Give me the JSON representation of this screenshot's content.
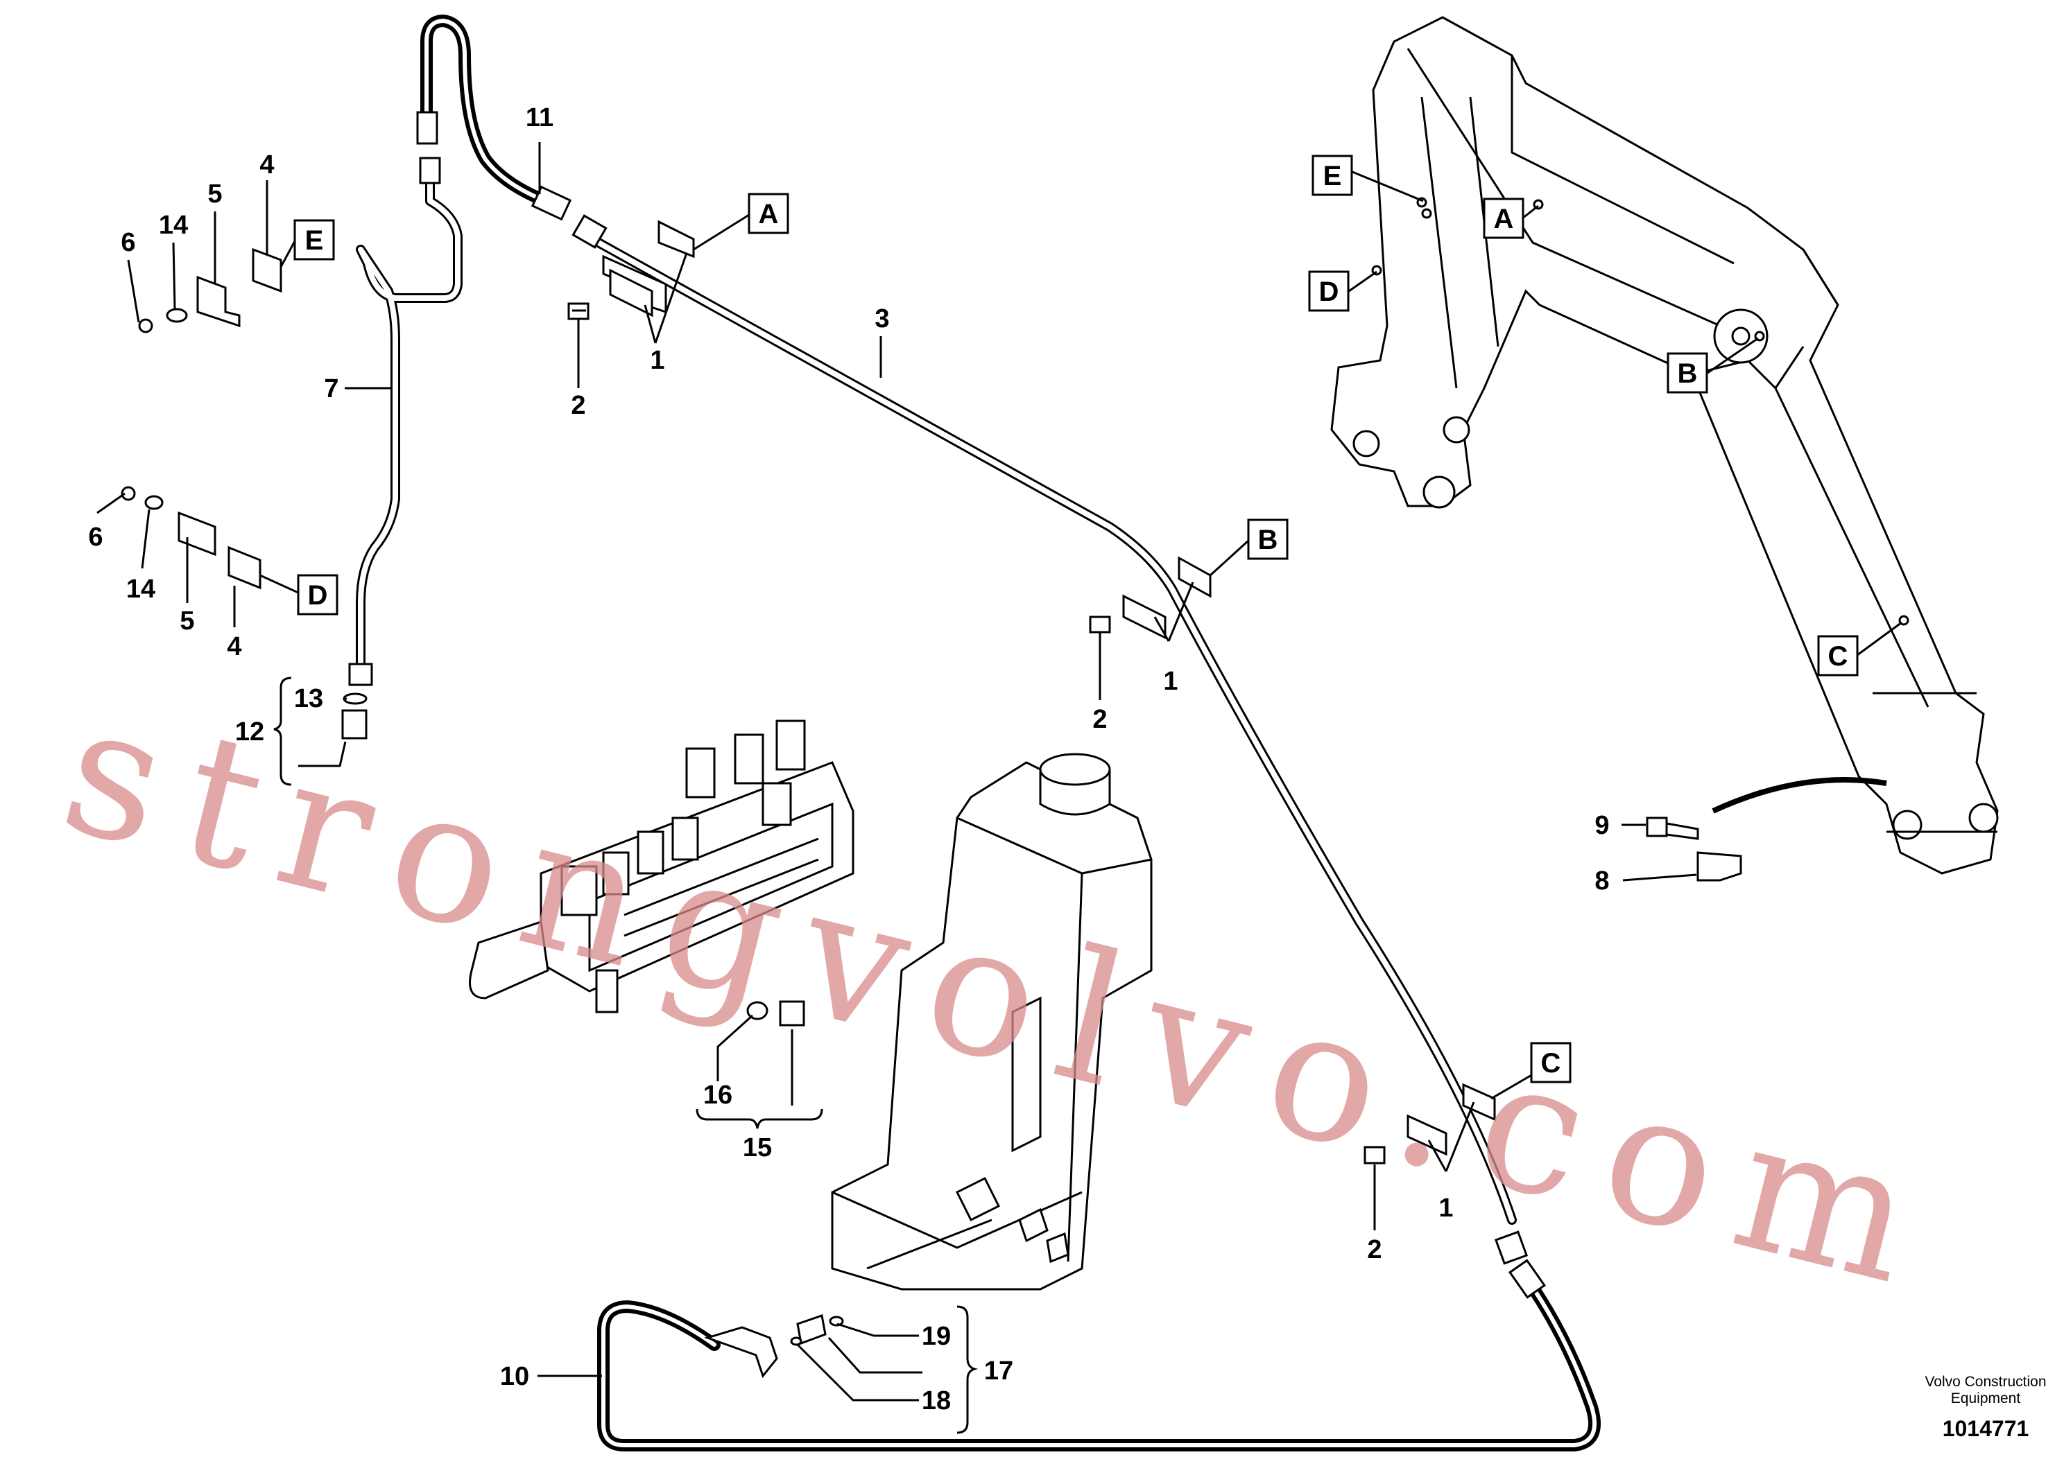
{
  "callouts": {
    "n1a": "1",
    "n1b": "1",
    "n1c": "1",
    "n2a": "2",
    "n2b": "2",
    "n2c": "2",
    "n3": "3",
    "n4a": "4",
    "n4b": "4",
    "n5a": "5",
    "n5b": "5",
    "n6a": "6",
    "n6b": "6",
    "n7": "7",
    "n8": "8",
    "n9": "9",
    "n10": "10",
    "n11": "11",
    "n12": "12",
    "n13": "13",
    "n14a": "14",
    "n14b": "14",
    "n15": "15",
    "n16": "16",
    "n17": "17",
    "n18": "18",
    "n19": "19"
  },
  "detail_refs": {
    "a1": "A",
    "a2": "A",
    "b1": "B",
    "b2": "B",
    "c1": "C",
    "c2": "C",
    "d1": "D",
    "d2": "D",
    "e1": "E",
    "e2": "E"
  },
  "footer": {
    "maker_line1": "Volvo Construction",
    "maker_line2": "Equipment",
    "drawing_number": "1014771"
  },
  "watermark": "strongvolvo.com"
}
